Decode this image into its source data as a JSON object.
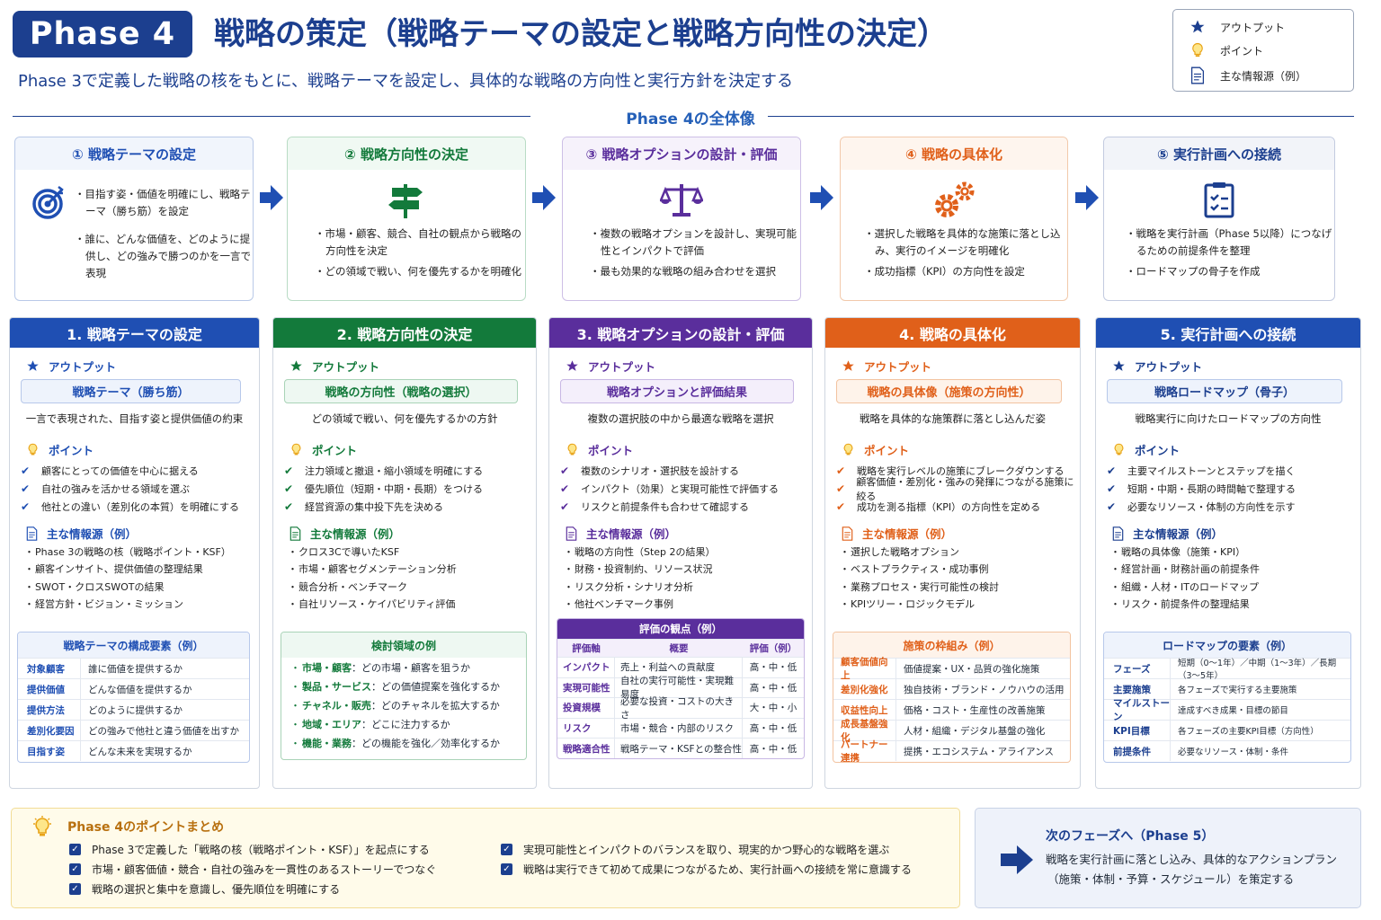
{
  "header": {
    "badge": "Phase 4",
    "title": "戦略の策定（戦略テーマの設定と戦略方向性の決定）",
    "subtitle": "Phase 3で定義した戦略の核をもとに、戦略テーマを設定し、具体的な戦略の方向性と実行方針を決定する"
  },
  "legend": {
    "output": "アウトプット",
    "point": "ポイント",
    "source": "主な情報源（例）"
  },
  "overview_title": "Phase 4の全体像",
  "overview": [
    {
      "title": "① 戦略テーマの設定",
      "icon": "target-icon",
      "bullets": [
        "目指す姿・価値を明確にし、戦略テーマ（勝ち筋）を設定",
        "誰に、どんな価値を、どのように提供し、どの強みで勝つのかを一言で表現"
      ]
    },
    {
      "title": "② 戦略方向性の決定",
      "icon": "signpost-icon",
      "bullets": [
        "市場・顧客、競合、自社の観点から戦略の方向性を決定",
        "どの領域で戦い、何を優先するかを明確化"
      ]
    },
    {
      "title": "③ 戦略オプションの設計・評価",
      "icon": "scale-icon",
      "bullets": [
        "複数の戦略オプションを設計し、実現可能性とインパクトで評価",
        "最も効果的な戦略の組み合わせを選択"
      ]
    },
    {
      "title": "④ 戦略の具体化",
      "icon": "gears-icon",
      "bullets": [
        "選択した戦略を具体的な施策に落とし込み、実行のイメージを明確化",
        "成功指標（KPI）の方向性を設定"
      ]
    },
    {
      "title": "⑤ 実行計画への接続",
      "icon": "checklist-icon",
      "bullets": [
        "戦略を実行計画（Phase 5以降）につなげるための前提条件を整理",
        "ロードマップの骨子を作成"
      ]
    }
  ],
  "columns": [
    {
      "title": "1. 戦略テーマの設定",
      "output_label": "アウトプット",
      "output": "戦略テーマ（勝ち筋）",
      "output_desc": "一言で表現された、目指す姿と提供価値の約束",
      "point_label": "ポイント",
      "points": [
        "顧客にとっての価値を中心に据える",
        "自社の強みを活かせる領域を選ぶ",
        "他社との違い（差別化の本質）を明確にする"
      ],
      "source_label": "主な情報源（例）",
      "sources": [
        "Phase 3の戦略の核（戦略ポイント・KSF）",
        "顧客インサイト、提供価値の整理結果",
        "SWOT・クロスSWOTの結果",
        "経営方針・ビジョン・ミッション"
      ],
      "box": {
        "title": "戦略テーマの構成要素（例）",
        "rows": [
          [
            "対象顧客",
            "誰に価値を提供するか"
          ],
          [
            "提供価値",
            "どんな価値を提供するか"
          ],
          [
            "提供方法",
            "どのように提供するか"
          ],
          [
            "差別化要因",
            "どの強みで他社と違う価値を出すか"
          ],
          [
            "目指す姿",
            "どんな未来を実現するか"
          ]
        ]
      }
    },
    {
      "title": "2. 戦略方向性の決定",
      "output_label": "アウトプット",
      "output": "戦略の方向性（戦略の選択）",
      "output_desc": "どの領域で戦い、何を優先するかの方針",
      "point_label": "ポイント",
      "points": [
        "注力領域と撤退・縮小領域を明確にする",
        "優先順位（短期・中期・長期）をつける",
        "経営資源の集中投下先を決める"
      ],
      "source_label": "主な情報源（例）",
      "sources": [
        "クロス3Cで導いたKSF",
        "市場・顧客セグメンテーション分析",
        "競合分析・ベンチマーク",
        "自社リソース・ケイパビリティ評価"
      ],
      "box": {
        "title": "検討領域の例",
        "rows": [
          [
            "市場・顧客",
            "：どの市場・顧客を狙うか"
          ],
          [
            "製品・サービス",
            "：どの価値提案を強化するか"
          ],
          [
            "チャネル・販売",
            "：どのチャネルを拡大するか"
          ],
          [
            "地域・エリア",
            "：どこに注力するか"
          ],
          [
            "機能・業務",
            "：どの機能を強化／効率化するか"
          ]
        ]
      }
    },
    {
      "title": "3. 戦略オプションの設計・評価",
      "output_label": "アウトプット",
      "output": "戦略オプションと評価結果",
      "output_desc": "複数の選択肢の中から最適な戦略を選択",
      "point_label": "ポイント",
      "points": [
        "複数のシナリオ・選択肢を設計する",
        "インパクト（効果）と実現可能性で評価する",
        "リスクと前提条件も合わせて確認する"
      ],
      "source_label": "主な情報源（例）",
      "sources": [
        "戦略の方向性（Step 2の結果）",
        "財務・投資制約、リソース状況",
        "リスク分析・シナリオ分析",
        "他社ベンチマーク事例"
      ],
      "box": {
        "title": "評価の観点（例）",
        "head": [
          "評価軸",
          "概要",
          "評価（例）"
        ],
        "rows": [
          [
            "インパクト",
            "売上・利益への貢献度",
            "高・中・低"
          ],
          [
            "実現可能性",
            "自社の実行可能性・実現難易度",
            "高・中・低"
          ],
          [
            "投資規模",
            "必要な投資・コストの大きさ",
            "大・中・小"
          ],
          [
            "リスク",
            "市場・競合・内部のリスク",
            "高・中・低"
          ],
          [
            "戦略適合性",
            "戦略テーマ・KSFとの整合性",
            "高・中・低"
          ]
        ]
      }
    },
    {
      "title": "4. 戦略の具体化",
      "output_label": "アウトプット",
      "output": "戦略の具体像（施策の方向性）",
      "output_desc": "戦略を具体的な施策群に落とし込んだ姿",
      "point_label": "ポイント",
      "points": [
        "戦略を実行レベルの施策にブレークダウンする",
        "顧客価値・差別化・強みの発揮につながる施策に絞る",
        "成功を測る指標（KPI）の方向性を定める"
      ],
      "source_label": "主な情報源（例）",
      "sources": [
        "選択した戦略オプション",
        "ベストプラクティス・成功事例",
        "業務プロセス・実行可能性の検討",
        "KPIツリー・ロジックモデル"
      ],
      "box": {
        "title": "施策の枠組み（例）",
        "rows": [
          [
            "顧客価値向上",
            "価値提案・UX・品質の強化施策"
          ],
          [
            "差別化強化",
            "独自技術・ブランド・ノウハウの活用"
          ],
          [
            "収益性向上",
            "価格・コスト・生産性の改善施策"
          ],
          [
            "成長基盤強化",
            "人材・組織・デジタル基盤の強化"
          ],
          [
            "パートナー連携",
            "提携・エコシステム・アライアンス"
          ]
        ]
      }
    },
    {
      "title": "5. 実行計画への接続",
      "output_label": "アウトプット",
      "output": "戦略ロードマップ（骨子）",
      "output_desc": "戦略実行に向けたロードマップの方向性",
      "point_label": "ポイント",
      "points": [
        "主要マイルストーンとステップを描く",
        "短期・中期・長期の時間軸で整理する",
        "必要なリソース・体制の方向性を示す"
      ],
      "source_label": "主な情報源（例）",
      "sources": [
        "戦略の具体像（施策・KPI）",
        "経営計画・財務計画の前提条件",
        "組織・人材・ITのロードマップ",
        "リスク・前提条件の整理結果"
      ],
      "box": {
        "title": "ロードマップの要素（例）",
        "rows": [
          [
            "フェーズ",
            "短期（0〜1年）／中期（1〜3年）／長期（3〜5年）"
          ],
          [
            "主要施策",
            "各フェーズで実行する主要施策"
          ],
          [
            "マイルストーン",
            "達成すべき成果・目標の節目"
          ],
          [
            "KPI目標",
            "各フェーズの主要KPI目標（方向性）"
          ],
          [
            "前提条件",
            "必要なリソース・体制・条件"
          ]
        ]
      }
    }
  ],
  "summary": {
    "title": "Phase 4のポイントまとめ",
    "items": [
      "Phase 3で定義した「戦略の核（戦略ポイント・KSF）」を起点にする",
      "市場・顧客価値・競合・自社の強みを一貫性のあるストーリーでつなぐ",
      "戦略の選択と集中を意識し、優先順位を明確にする",
      "実現可能性とインパクトのバランスを取り、現実的かつ野心的な戦略を選ぶ",
      "戦略は実行できて初めて成果につながるため、実行計画への接続を常に意識する"
    ]
  },
  "next": {
    "title": "次のフェーズへ（Phase 5）",
    "line1": "戦略を実行計画に落とし込み、具体的なアクションプラン",
    "line2": "（施策・体制・予算・スケジュール）を策定する"
  },
  "colors": {
    "navy": "#1c3f8f",
    "blue": "#1f4fb3",
    "green": "#137a3b",
    "purple": "#5a2e9c",
    "orange": "#e0601a",
    "gold": "#e8a317"
  }
}
